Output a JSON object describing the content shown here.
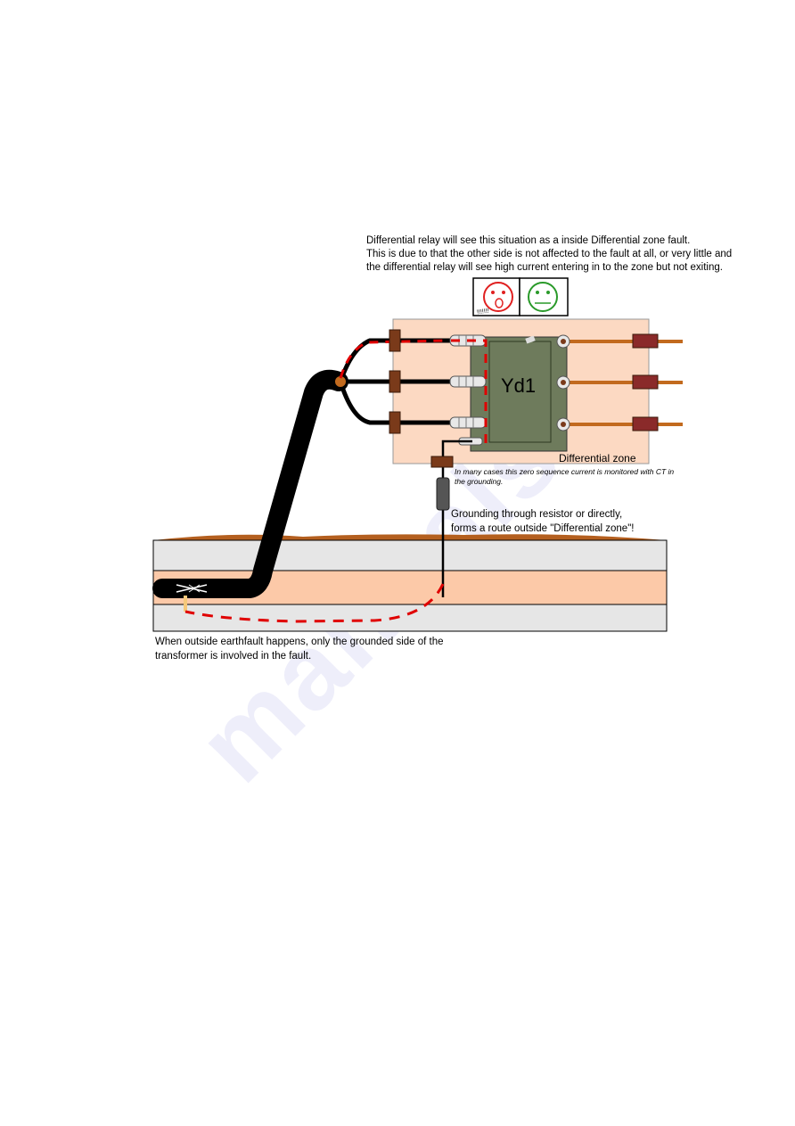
{
  "texts": {
    "relay_note_line1": "Differential relay will see this situation as a inside Differential zone fault.",
    "relay_note_line2": "This is due to that the other side is not affected to the fault at all, or very little and",
    "relay_note_line3": "the differential relay will see high current entering in to the zone but not exiting.",
    "transformer_label": "Yd1",
    "zone_label": "Differential zone",
    "ct_note_line1": "In many cases this zero sequence current is monitored with CT in",
    "ct_note_line2": "the grounding.",
    "grounding_note_line1": "Grounding through resistor or directly,",
    "grounding_note_line2": "forms a route outside \"Differential zone\"!",
    "earthfault_note_line1": "When outside earthfault happens, only the grounded side of the",
    "earthfault_note_line2": "transformer is involved in the fault.",
    "sad_face_caption": "!!!!!!!",
    "watermark": "manualslib"
  },
  "colors": {
    "zone_fill": "#fcd9c2",
    "transformer_fill": "#6e7b5c",
    "ground_top": "#b45f1f",
    "ground_layer": "#e6e6e6",
    "ground_band": "#fcc9a8",
    "fault_path": "#e00000",
    "cable": "#000000",
    "copper": "#c26a1e",
    "sad_face": "#e02020",
    "happy_face": "#2a9a2a"
  },
  "icons": {
    "sad_face": "sad-face-icon",
    "neutral_face": "neutral-face-icon"
  }
}
